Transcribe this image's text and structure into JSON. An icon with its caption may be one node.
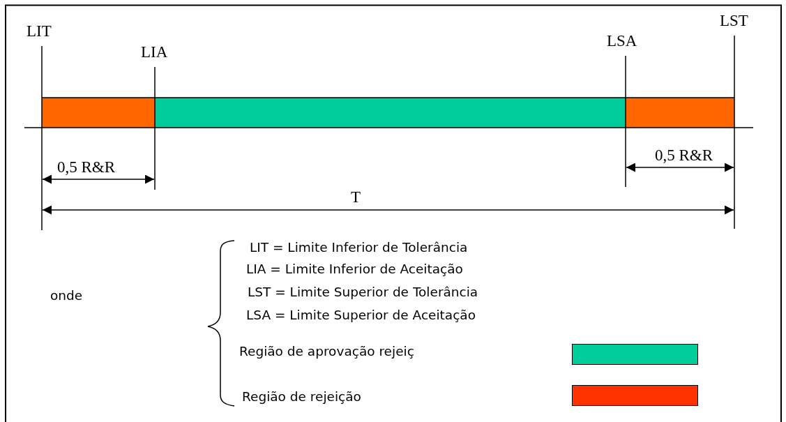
{
  "diagram": {
    "labels": [
      "LIT",
      "LIA",
      "LSA",
      "LST",
      "0,5 R&R",
      "0,5 R&R",
      "T",
      "LIT = Limite Inferior de Tolerância",
      "LIA = Limite Inferior de Aceitação",
      "LST = Limite Superior de Tolerância",
      "LSA = Limite Superior de Aceitação",
      "onde"
    ],
    "legend": [
      {
        "text": "Região de aprovação rejeiç",
        "color": "#00cc99"
      },
      {
        "text": "Região de rejeição",
        "color": "#ff3300"
      }
    ]
  }
}
